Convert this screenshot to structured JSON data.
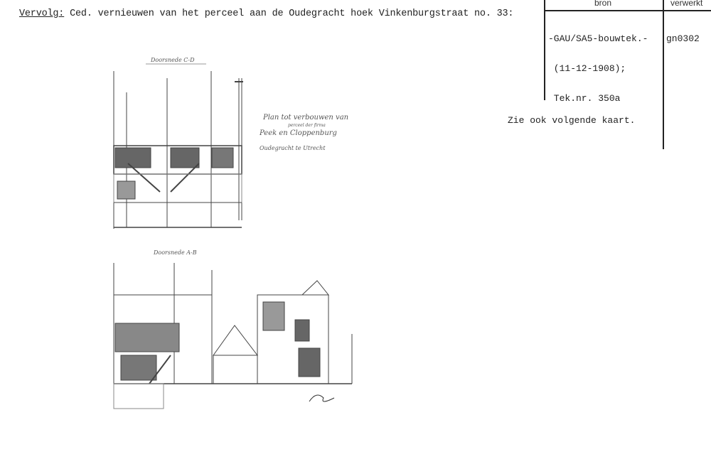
{
  "heading": {
    "lead": "Vervolg:",
    "text": " Ced. vernieuwen van het perceel aan de Oudegracht hoek Vinkenburgstraat no. 33:"
  },
  "table": {
    "col_bron": "bron",
    "col_verwerkt": "verwerkt",
    "bron_lines": [
      "-GAU/SA5-bouwtek.-",
      " (11-12-1908);",
      " Tek.nr. 350a"
    ],
    "verwerkt": "gn0302"
  },
  "note": "Zie ook volgende kaart.",
  "drawing": {
    "section_top": "Doorsnede C-D",
    "title_lines": [
      "Plan tot verbouwen van",
      "perceel der firma",
      "Peek en Cloppenburg",
      "Oudegracht te Utrecht"
    ],
    "section_bottom": "Doorsnede A-B"
  }
}
